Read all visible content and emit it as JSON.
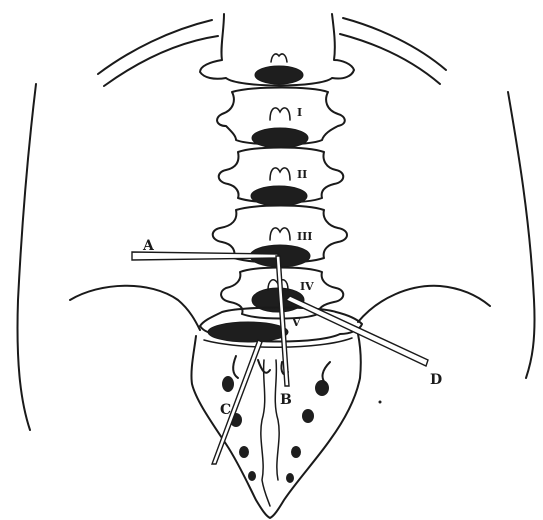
{
  "figure": {
    "vertebra_labels": [
      "I",
      "II",
      "III",
      "IV",
      "V"
    ],
    "needle_labels": [
      "A",
      "B",
      "C",
      "D"
    ]
  }
}
